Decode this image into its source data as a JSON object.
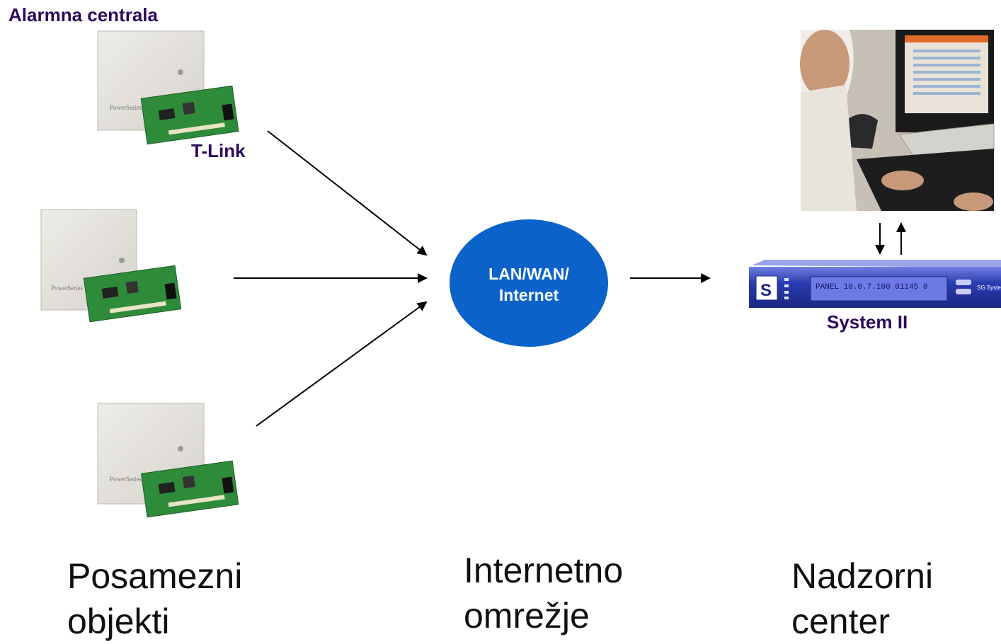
{
  "labels": {
    "alarm_panel": "Alarmna centrala",
    "tlink": "T-Link",
    "cloud_line1": "LAN/WAN/",
    "cloud_line2": "Internet",
    "receiver": "System II"
  },
  "captions": {
    "left_line1": "Posamezni",
    "left_line2": "objekti",
    "middle_line1": "Internetno",
    "middle_line2": "omrežje",
    "right_line1": "Nadzorni",
    "right_line2": "center"
  },
  "device_text": {
    "panel_brand": "PowerSeries",
    "receiver_display": "PANEL 10.0.7.100  01145 0"
  },
  "colors": {
    "label_purple": "#2d0a5c",
    "cloud_blue": "#0b63c9",
    "receiver_blue": "#2a3bb0",
    "pcb_green": "#2e8b3a"
  },
  "icons": {
    "panel": "alarm-panel-with-board-image",
    "receiver": "rack-receiver-image",
    "operator": "operator-workstation-photo"
  }
}
